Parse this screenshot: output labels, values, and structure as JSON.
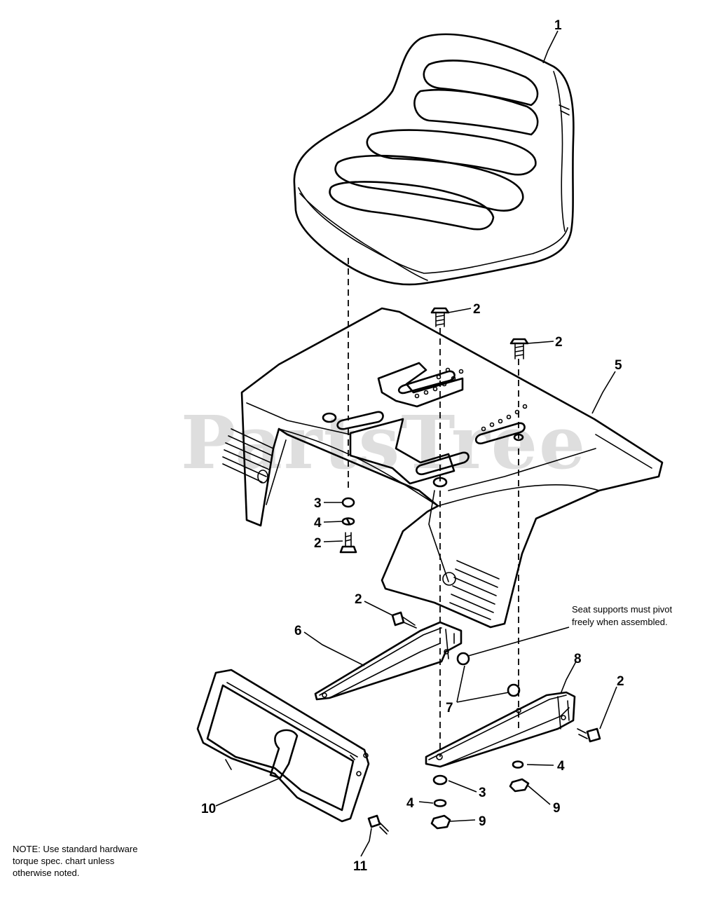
{
  "watermark": "PartsTree",
  "callouts": {
    "seat": "1",
    "bolt_top_center": "2",
    "bolt_top_right": "2",
    "seat_pan": "5",
    "washer_left": "3",
    "lockwasher_left": "4",
    "bolt_left_lower": "2",
    "bolt_support_left": "2",
    "support_left": "6",
    "support_right": "8",
    "bolt_support_right": "2",
    "nut_pivot": "7",
    "lockwasher_right": "4",
    "nut_right": "9",
    "washer_center": "3",
    "lockwasher_center": "4",
    "nut_center": "9",
    "battery_cover": "10",
    "bolt_bottom": "11"
  },
  "pivot_note": [
    "Seat supports must pivot",
    "freely when assembled."
  ],
  "note_lines": [
    "NOTE: Use standard hardware",
    "torque spec. chart unless",
    "otherwise noted."
  ],
  "icons": {
    "seat": "seat-cushion-drawing",
    "pan": "seat-pan-drawing",
    "support": "seat-support-bracket-drawing",
    "cover": "battery-cover-drawing",
    "bolt": "hex-bolt-drawing",
    "washer": "flat-washer-drawing",
    "nut": "hex-nut-drawing"
  }
}
